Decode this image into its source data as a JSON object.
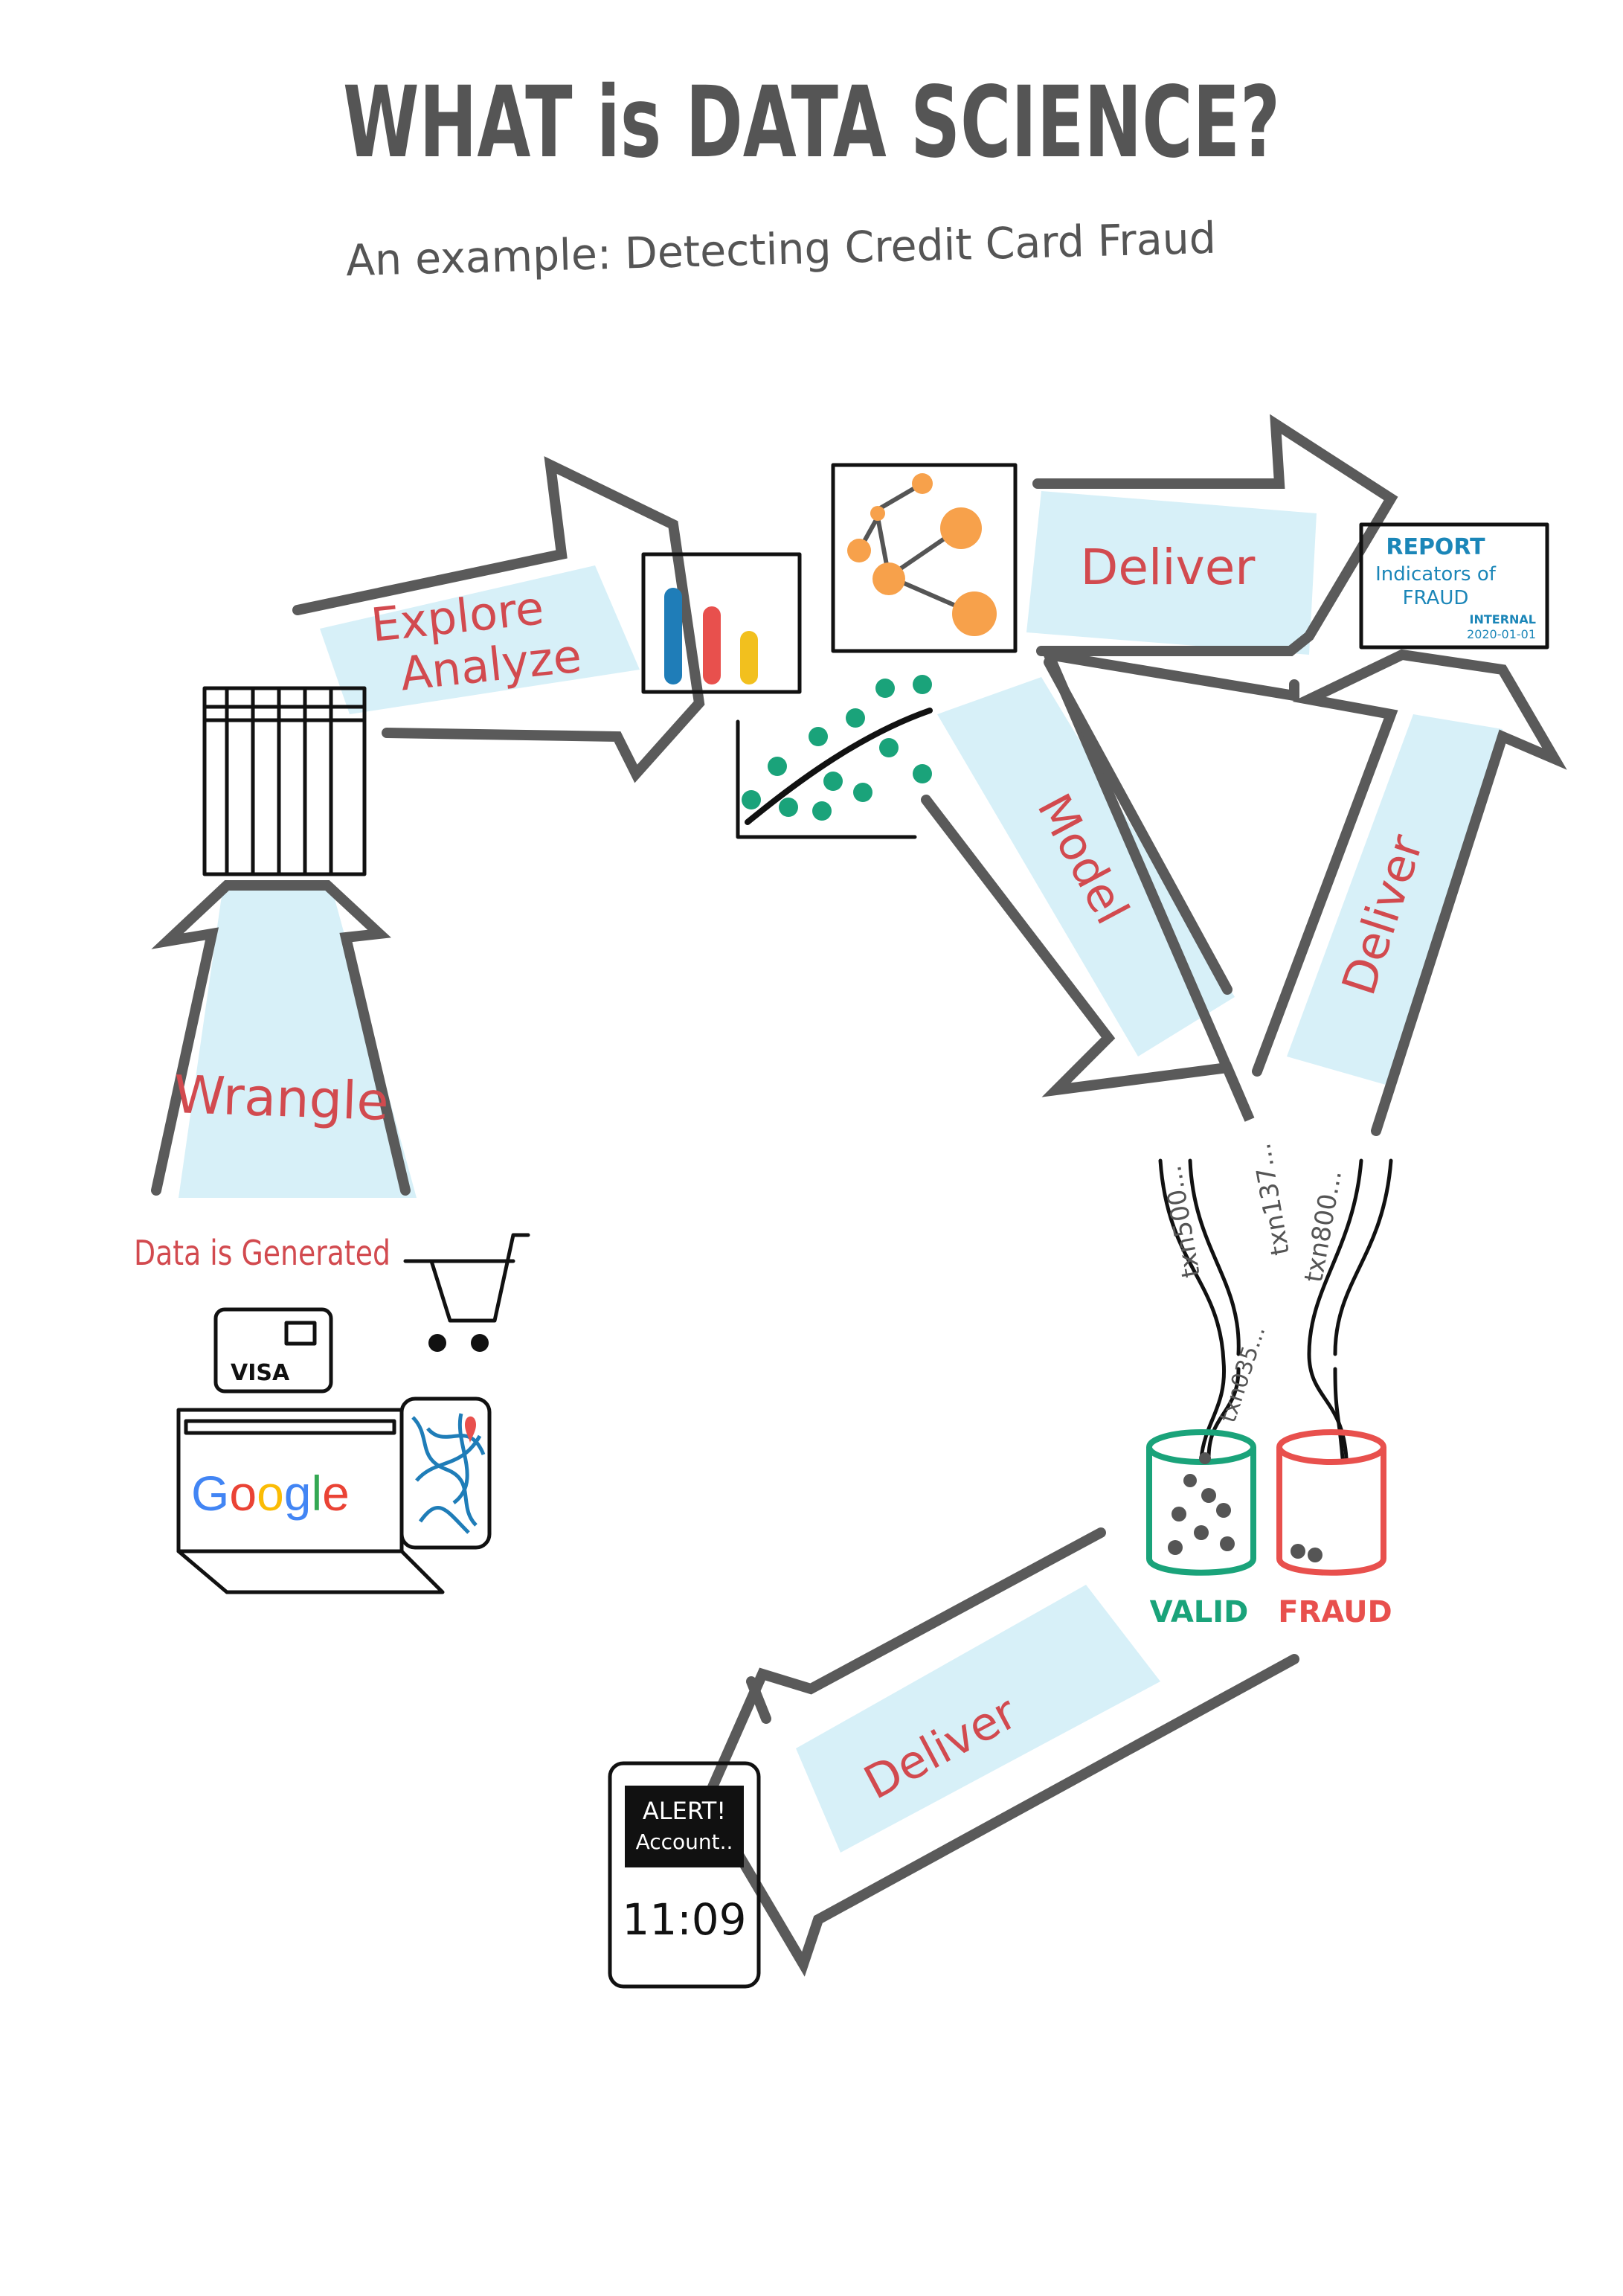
{
  "title": "WHAT is DATA SCIENCE?",
  "subtitle": "An example: Detecting Credit Card Fraud",
  "steps": {
    "wrangle": "Wrangle",
    "explore": "Explore",
    "analyze": "Analyze",
    "model": "Model",
    "deliver_report": "Deliver",
    "deliver_right": "Deliver",
    "deliver_alert": "Deliver"
  },
  "data_generated": "Data is Generated",
  "visa": "VISA",
  "google": {
    "letters": [
      "G",
      "o",
      "o",
      "g",
      "l",
      "e"
    ],
    "colors": [
      "#4285F4",
      "#EA4335",
      "#FBBC05",
      "#4285F4",
      "#34A853",
      "#EA4335"
    ]
  },
  "report": {
    "title": "REPORT",
    "line1": "Indicators of",
    "line2": "FRAUD",
    "internal": "INTERNAL",
    "date": "2020-01-01"
  },
  "transactions": [
    "txn500...",
    "txn137...",
    "txn800...",
    "txn035..."
  ],
  "buckets": {
    "valid": "VALID",
    "fraud": "FRAUD"
  },
  "alert": {
    "line1": "ALERT!",
    "line2": "Account..",
    "time": "11:09"
  },
  "colors": {
    "accent_red": "#d24a4f",
    "highlight_blue": "#d7f0f8",
    "arrow_gray": "#5a5a5a",
    "valid_green": "#1aa37a",
    "fraud_red": "#e8504d",
    "node_orange": "#f7a14b",
    "dot_green": "#1aa37a",
    "bar_blue": "#1f7db8",
    "bar_red": "#e8504d",
    "bar_yellow": "#f2c01e",
    "report_blue": "#1b86b8"
  }
}
